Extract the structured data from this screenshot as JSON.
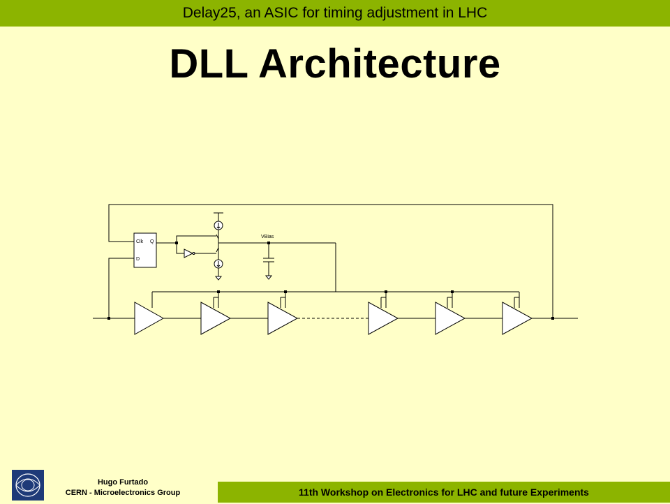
{
  "header": {
    "text": "Delay25, an ASIC for timing adjustment in LHC"
  },
  "title": "DLL Architecture",
  "diagram": {
    "labels": {
      "clk": "Clk",
      "q": "Q",
      "d": "D",
      "vbias": "VBias"
    }
  },
  "footer": {
    "author_name": "Hugo Furtado",
    "author_group": "CERN - Microelectronics Group",
    "workshop": "11th Workshop on Electronics for LHC and future Experiments"
  },
  "colors": {
    "bar": "#8cb400",
    "background": "#ffffc8",
    "logo": "#1e3a78"
  }
}
